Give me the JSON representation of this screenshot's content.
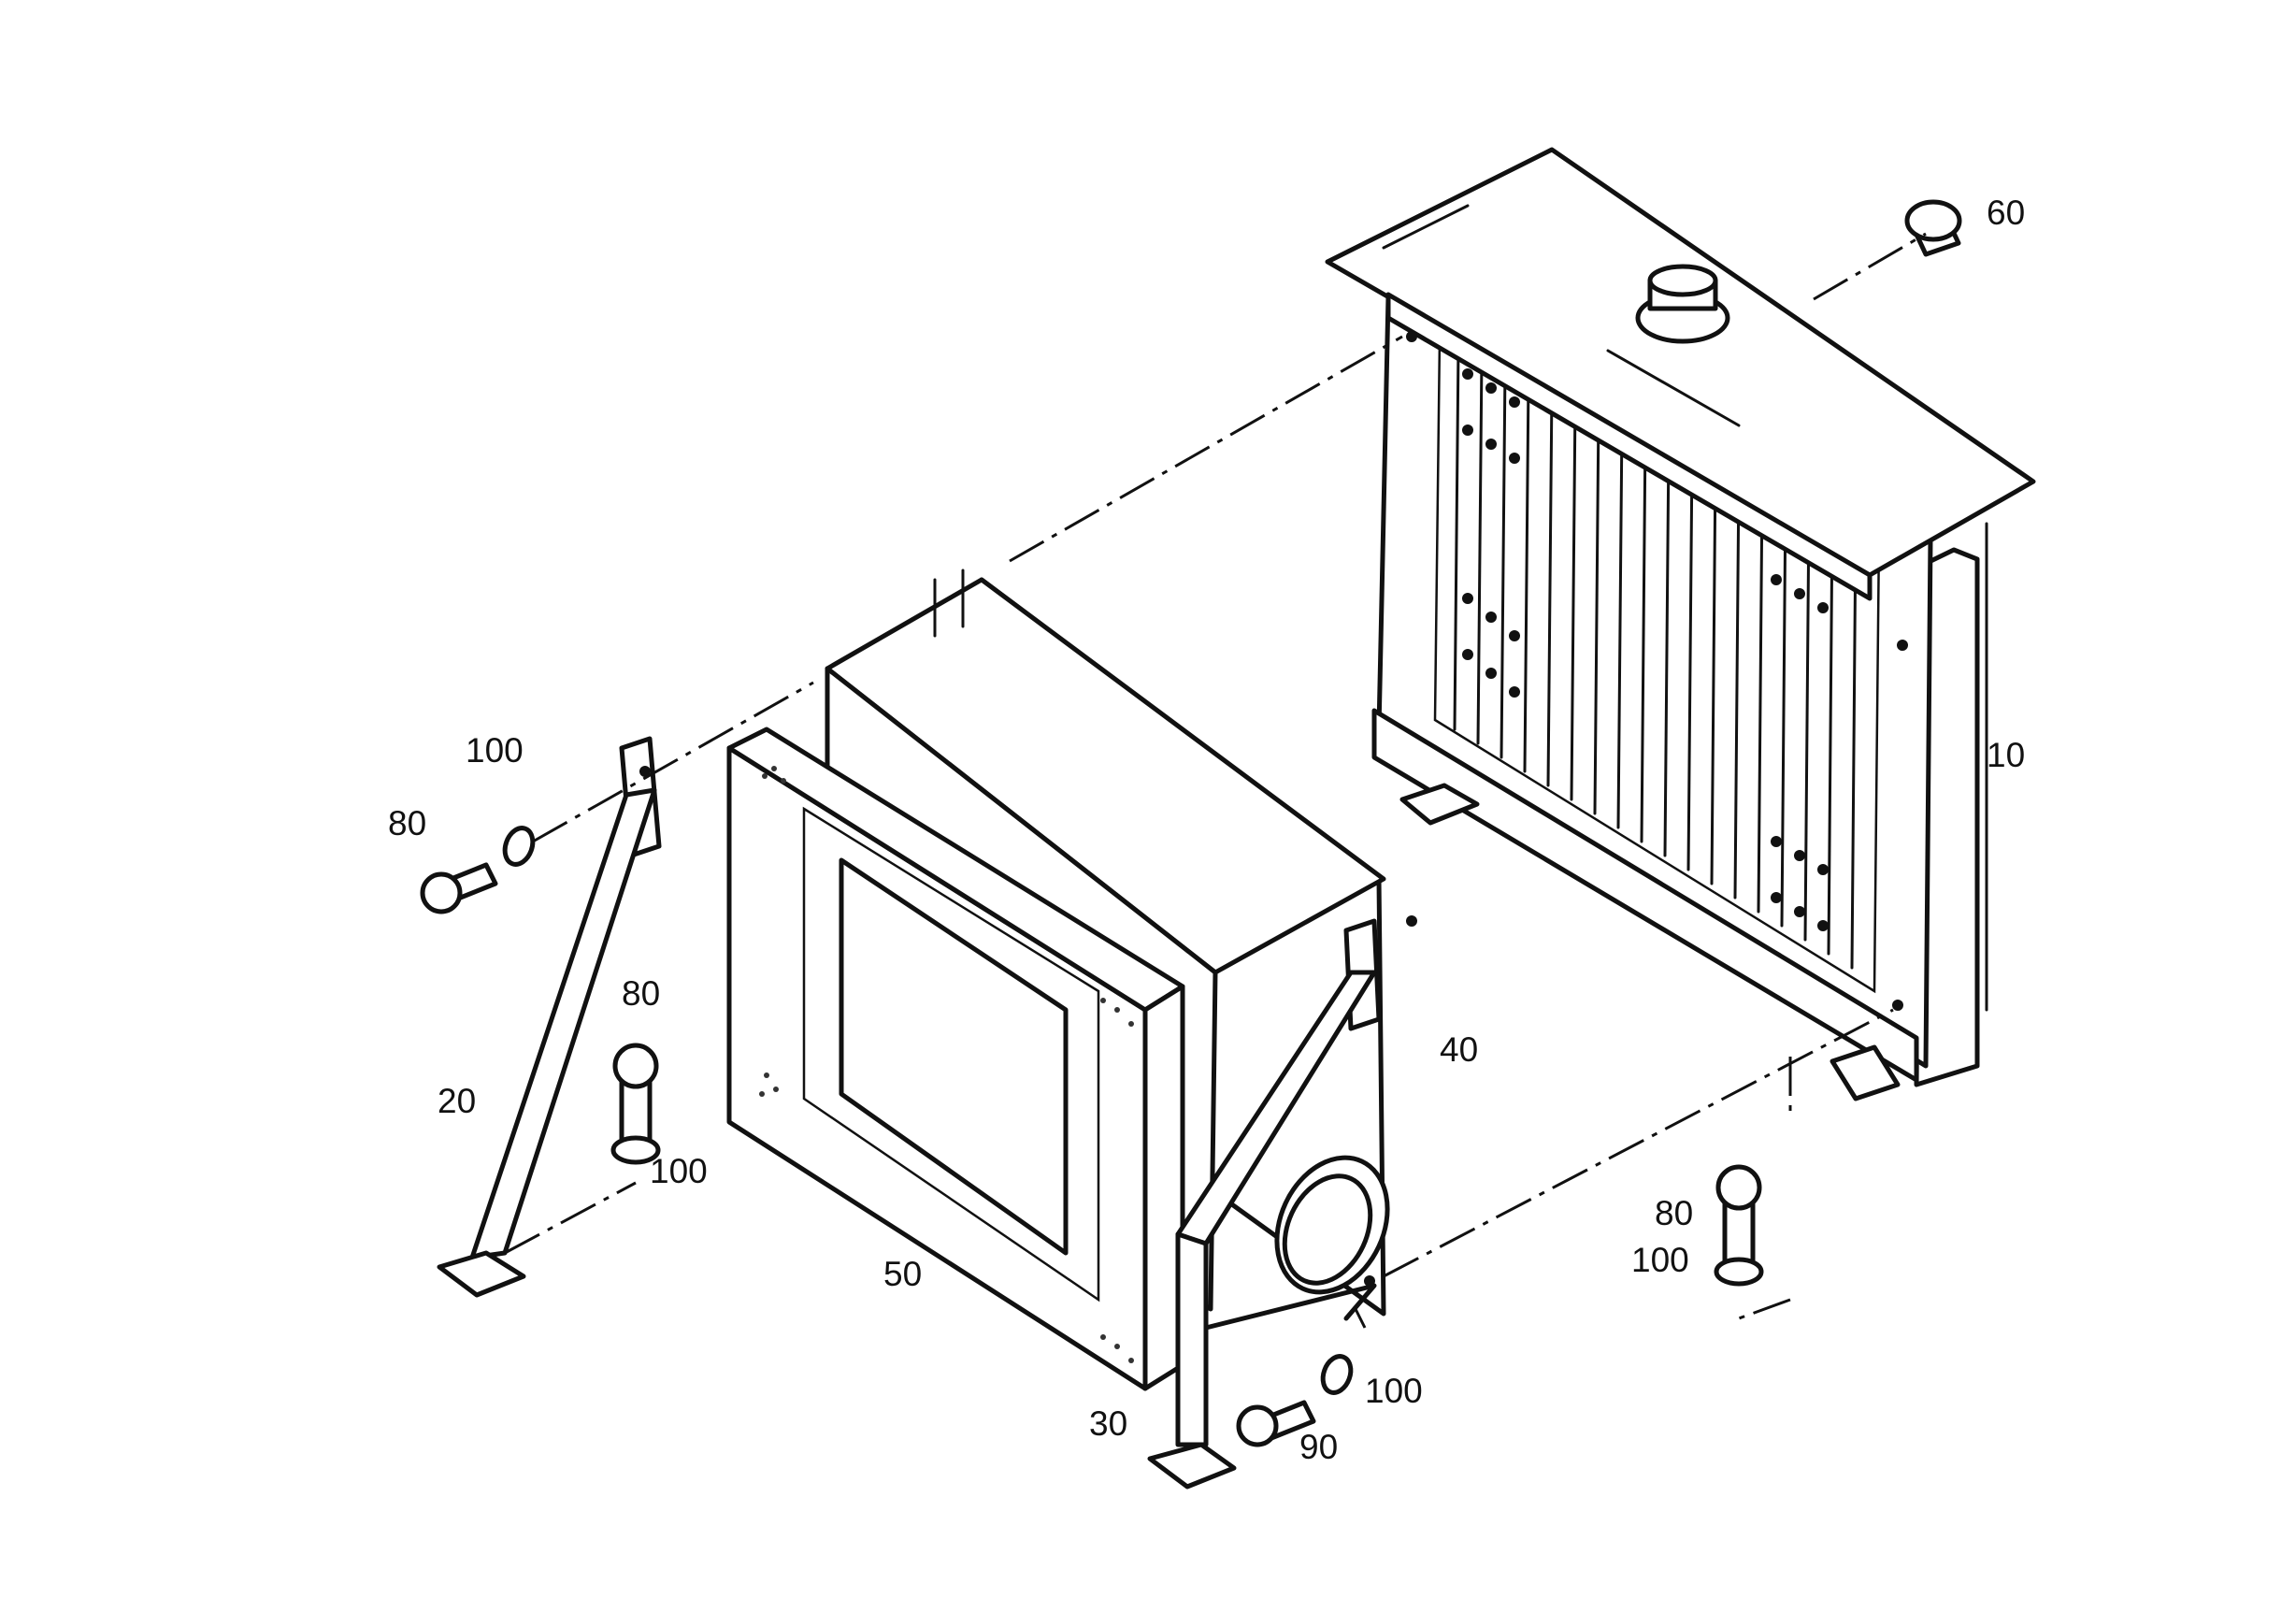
{
  "diagram": {
    "callouts": [
      "10",
      "20",
      "30",
      "40",
      "50",
      "60",
      "80",
      "80",
      "80",
      "90",
      "100",
      "100",
      "100",
      "100"
    ]
  }
}
